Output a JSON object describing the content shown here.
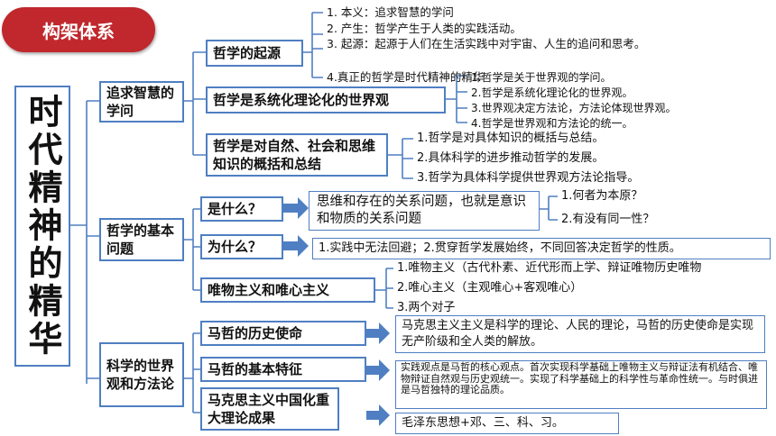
{
  "badge": "构架体系",
  "main_title": "时代精神的精华",
  "sections": {
    "s1": {
      "label": "追求智慧的学问",
      "origin": {
        "label": "哲学的起源",
        "items": [
          "1.  本义：追求智慧的学问",
          "2.  产生：哲学产生于人类的实践活动。",
          "3.      起源：起源于人们在生活实践中对宇宙、人生的追问和思考。",
          "4.真正的哲学是时代精神的精华"
        ]
      },
      "system": {
        "label": "哲学是系统化理论化的世界观",
        "items": [
          "1.哲学是关于世界观的学问。",
          "2.哲学是系统化理论化的世界观。",
          "3.世界观决定方法论，方法论体现世界观。",
          "4.哲学是世界观和方法论的统一。"
        ]
      },
      "summary": {
        "label": "哲学是对自然、社会和思维知识的概括和总结",
        "items": [
          "1.哲学是对具体知识的概括与总结。",
          "2.具体科学的进步推动哲学的发展。",
          "3.哲学为具体科学提供世界观方法论指导。"
        ]
      }
    },
    "s2": {
      "label": "哲学的基本问题",
      "what": {
        "label": "是什么？",
        "answer": "思维和存在的关系问题，也就是意识和物质的关系问题",
        "items": [
          "1.何者为本原？",
          "2.有没有同一性？"
        ]
      },
      "why": {
        "label": "为什么？",
        "answer": "1.实践中无法回避；2.贯穿哲学发展始终，不同回答决定哲学的性质。"
      },
      "schools": {
        "label": "唯物主义和唯心主义",
        "items": [
          "1.唯物主义（古代朴素、近代形而上学、辩证唯物历史唯物",
          "2.唯心主义（主观唯心+客观唯心）",
          "3.两个对子"
        ]
      }
    },
    "s3": {
      "label": "科学的世界观和方法论",
      "mission": {
        "label": "马哲的历史使命",
        "text": "马克思主义主义是科学的理论、人民的理论，马哲的历史使命是实现无产阶级和全人类的解放。"
      },
      "features": {
        "label": "马哲的基本特征",
        "text": "实践观点是马哲的核心观点。首次实现科学基础上唯物主义与辩证法有机结合、唯物辩证自然观与历史观统一。实现了科学基础上的科学性与革命性统一。与时俱进是马哲独特的理论品质。"
      },
      "sinicization": {
        "label": "马克思主义中国化重大理论成果",
        "text": "毛泽东思想+邓、三、科、习。"
      }
    }
  }
}
